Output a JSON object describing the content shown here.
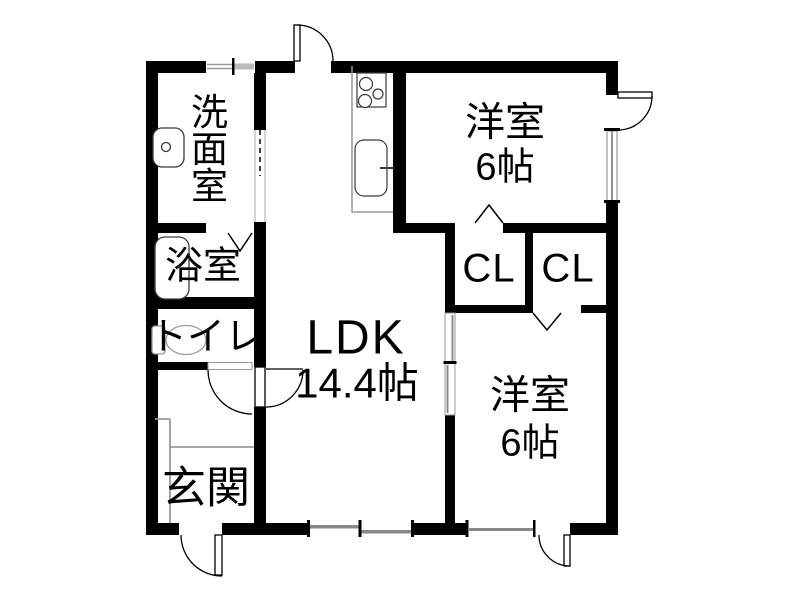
{
  "floorplan": {
    "colors": {
      "wall": "#000000",
      "background": "#ffffff",
      "window-gray": "#888888",
      "fixture-gray": "#999999",
      "line-dark": "#3a3a3a"
    },
    "rooms": {
      "washroom": {
        "label": "洗面室"
      },
      "bathroom": {
        "label": "浴室"
      },
      "toilet": {
        "label": "トイレ"
      },
      "entrance": {
        "label": "玄関"
      },
      "ldk": {
        "label": "LDK",
        "size": "14.4帖"
      },
      "bedroom1": {
        "label": "洋室",
        "size": "6帖"
      },
      "bedroom2": {
        "label": "洋室",
        "size": "6帖"
      },
      "closet1": {
        "label": "CL"
      },
      "closet2": {
        "label": "CL"
      }
    }
  }
}
